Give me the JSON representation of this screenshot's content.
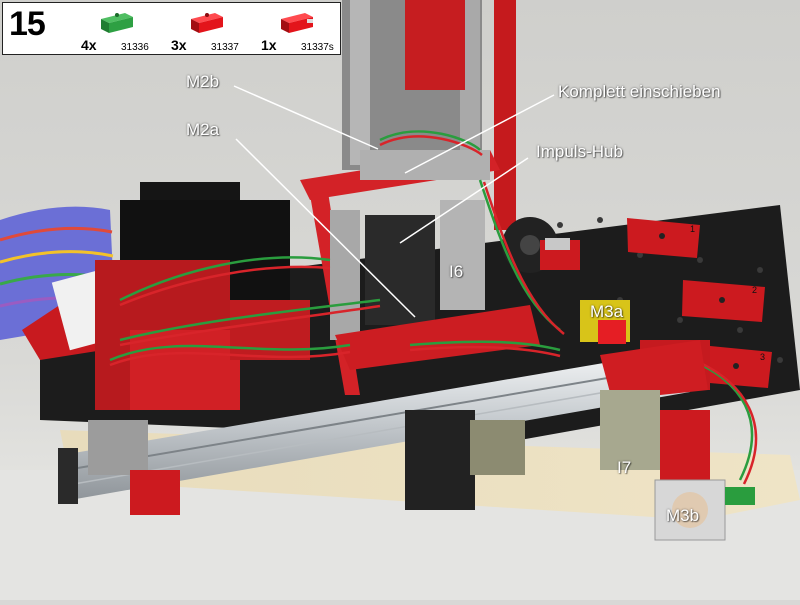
{
  "parts_legend": {
    "step_number": "15",
    "items": [
      {
        "count": "4x",
        "code": "31336",
        "color": "#2ea043",
        "icon": "green-building-block-icon"
      },
      {
        "count": "3x",
        "code": "31337",
        "color": "#e3141b",
        "icon": "red-building-block-icon"
      },
      {
        "count": "1x",
        "code": "31337s",
        "color": "#e3141b",
        "icon": "red-building-block-icon"
      }
    ]
  },
  "callouts": {
    "m2b": "M2b",
    "m2a": "M2a",
    "komplett": "Komplett einschieben",
    "impuls_hub": "Impuls-Hub",
    "i6": "I6",
    "m3a": "M3a",
    "i7": "I7",
    "m3b": "M3b"
  },
  "plate_markers": [
    "1",
    "2",
    "3"
  ]
}
